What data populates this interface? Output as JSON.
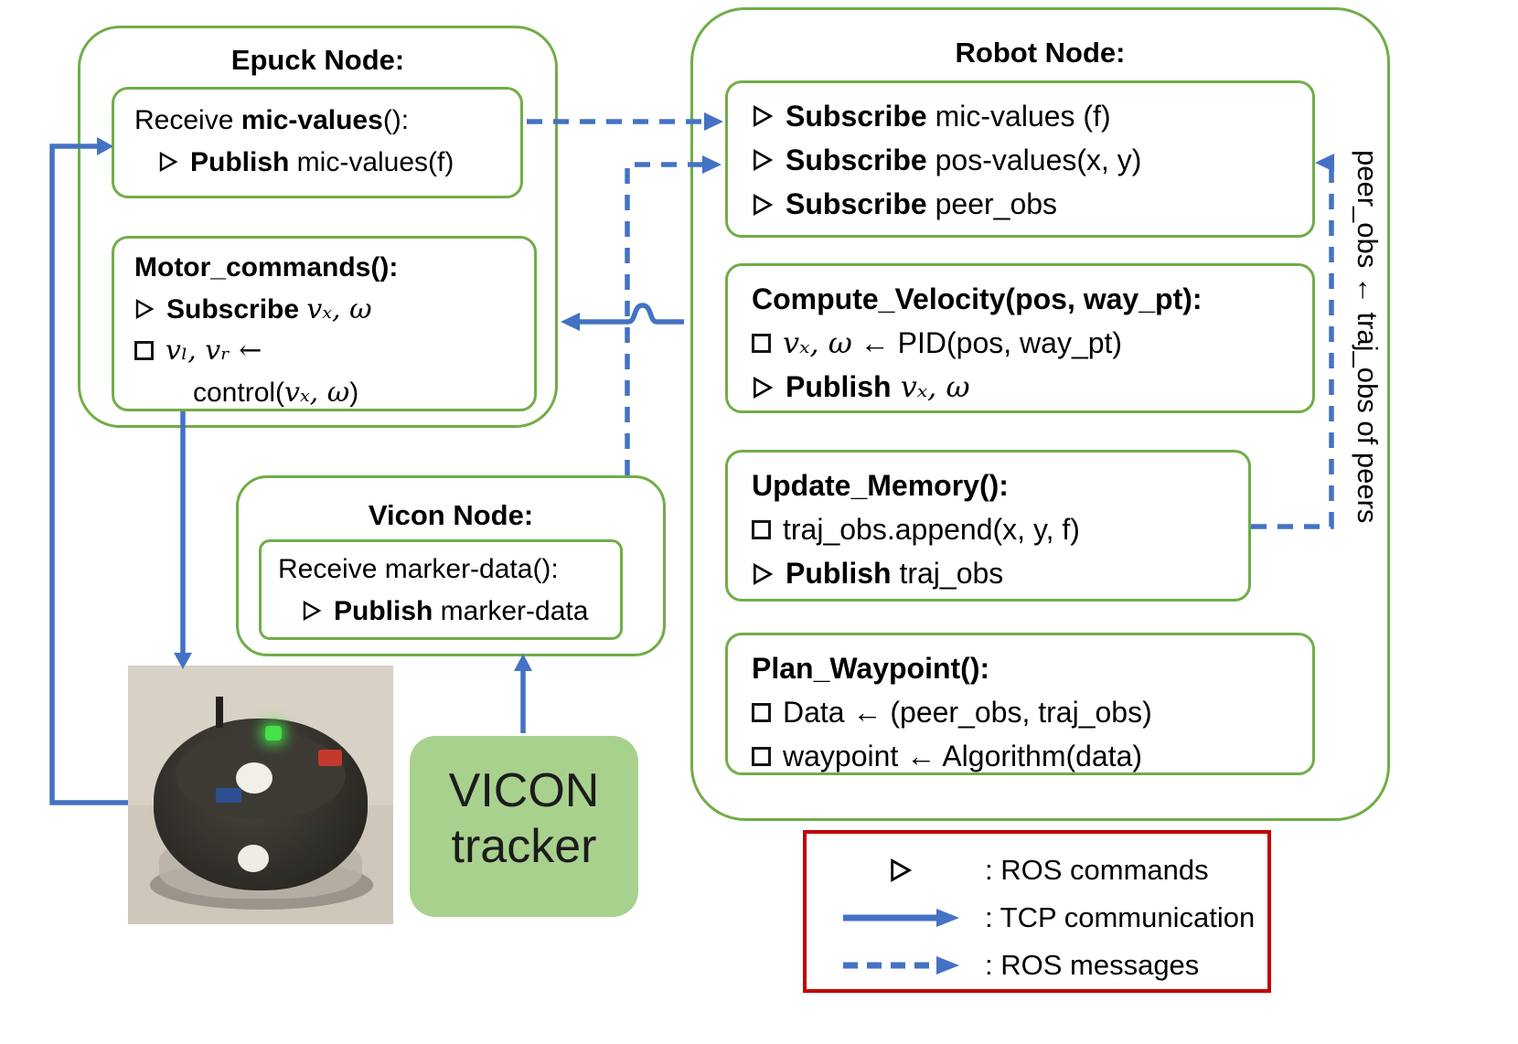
{
  "colors": {
    "node_border_green": "#70ad47",
    "arrow_blue": "#4472C4",
    "legend_border_red": "#c00000",
    "vicon_tracker_fill": "#a9d18e"
  },
  "epuck_node": {
    "title": "Epuck Node:",
    "receive_box": {
      "l1_pre": "Receive ",
      "l1_bold": "mic-values",
      "l1_post": "():",
      "l2_bold": "Publish",
      "l2_rest": " mic-values(f)"
    },
    "motor_box": {
      "title": "Motor_commands():",
      "l1_bold": "Subscribe",
      "l1_math": "vₓ, ω",
      "l2_math": "vₗ, vᵣ  ←",
      "l3_pre": "control(",
      "l3_math": "vₓ, ω",
      "l3_post": ")"
    }
  },
  "robot_node": {
    "title": "Robot Node:",
    "subscribe_box": {
      "lines": [
        {
          "bold": "Subscribe",
          "rest": " mic-values (f)"
        },
        {
          "bold": "Subscribe",
          "rest": " pos-values(x, y)"
        },
        {
          "bold": "Subscribe",
          "rest": " peer_obs"
        }
      ]
    },
    "compute_box": {
      "title": "Compute_Velocity(pos, way_pt):",
      "l1_math": "vₓ, ω",
      "l1_rest": "  ← PID(pos, way_pt)",
      "l2_bold": "Publish",
      "l2_math": "  vₓ, ω"
    },
    "memory_box": {
      "title": "Update_Memory():",
      "l1": "traj_obs.append(x, y, f)",
      "l2_bold": "Publish",
      "l2_rest": " traj_obs"
    },
    "waypoint_box": {
      "title": "Plan_Waypoint():",
      "l1": "Data ←  (peer_obs, traj_obs)",
      "l2": "waypoint ← Algorithm(data)"
    }
  },
  "vicon_node": {
    "title": "Vicon Node:",
    "box": {
      "l1": "Receive marker-data():",
      "l2_bold": "Publish",
      "l2_rest": " marker-data"
    }
  },
  "vicon_tracker": {
    "line1": "VICON",
    "line2": "tracker"
  },
  "side_label": "peer_obs  ←  traj_obs of peers",
  "legend": {
    "rows": [
      {
        "icon": "ros-command-bullet-icon",
        "label": ": ROS commands"
      },
      {
        "icon": "tcp-solid-arrow-icon",
        "label": ": TCP communication"
      },
      {
        "icon": "ros-dashed-arrow-icon",
        "label": ": ROS messages"
      }
    ]
  },
  "icons": {
    "arrow-bullet-icon": "outlined black right arrowhead (➢) drawn as inline SVG triangle",
    "square-bullet-icon": "outlined black square (❑) drawn as CSS bordered square",
    "tcp-solid-arrow-icon": "solid blue line with filled triangle head",
    "ros-dashed-arrow-icon": "dashed blue line with filled triangle head"
  }
}
